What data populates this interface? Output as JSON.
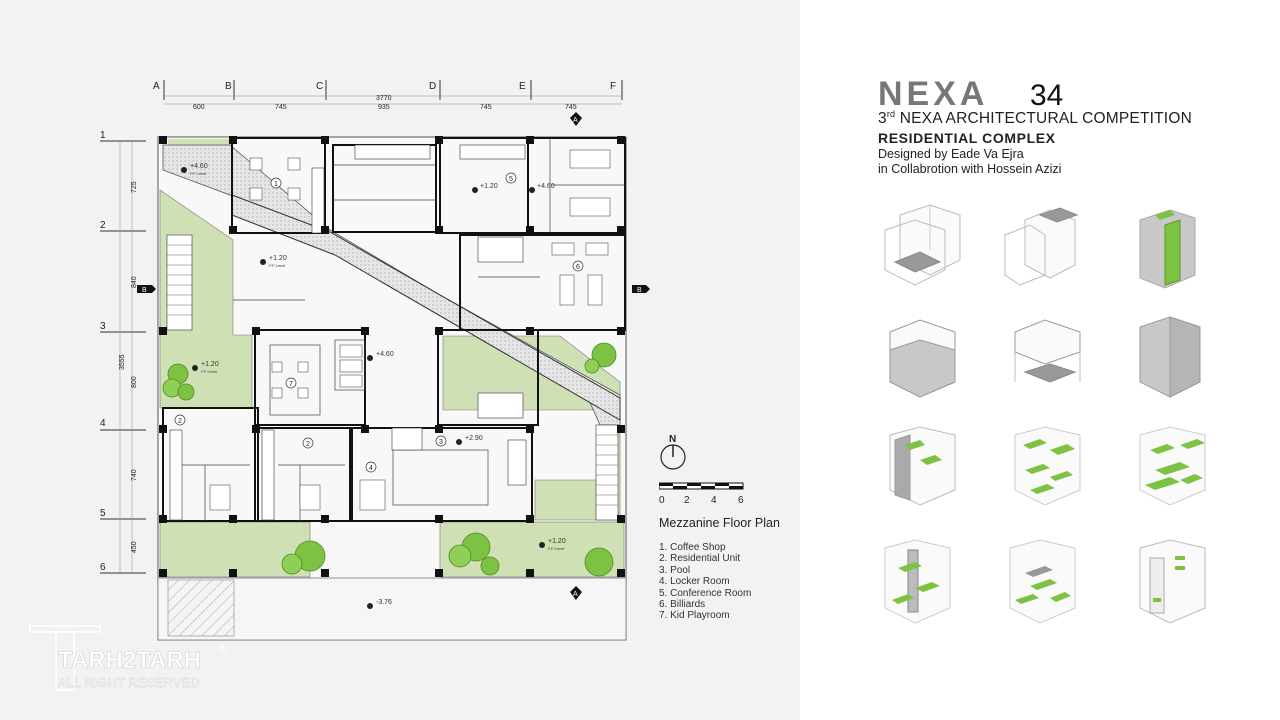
{
  "plan": {
    "grid_columns": [
      "A",
      "B",
      "C",
      "D",
      "E",
      "F"
    ],
    "grid_rows": [
      "1",
      "2",
      "3",
      "4",
      "5",
      "6"
    ],
    "overall_dim": "3770",
    "col_dims": [
      "600",
      "745",
      "935",
      "745",
      "745"
    ],
    "row_overall_dim": "3555",
    "row_dims": [
      "725",
      "840",
      "800",
      "740",
      "450"
    ],
    "section_marker": "A",
    "section_marker_side": "B",
    "levels": [
      "+4.60",
      "+1.20",
      "+1.20",
      "+4.60",
      "+1.20",
      "+4.60",
      "+2.90",
      "+1.20",
      "-3.76"
    ],
    "level_sub": "F.F Level",
    "rooms": [
      "1",
      "2",
      "2",
      "3",
      "4",
      "5",
      "6",
      "7"
    ]
  },
  "north": {
    "label": "N"
  },
  "scale": {
    "ticks": [
      "0",
      "2",
      "4",
      "6"
    ]
  },
  "legend": {
    "title": "Mezzanine Floor Plan",
    "items": [
      "1. Coffee Shop",
      "2. Residential Unit",
      "3. Pool",
      "4. Locker Room",
      "5. Conference Room",
      "6. Billiards",
      "7. Kid Playroom"
    ]
  },
  "watermark": {
    "text": "TARH2TARH",
    "sub": "ALL RIGHT RESERVED",
    "mark": "©"
  },
  "title_block": {
    "logo": "NEXA",
    "logo_num": "34",
    "competition_ord": "3",
    "competition_sup": "rd",
    "competition": "NEXA ARCHITECTURAL COMPETITION",
    "subtitle": "RESIDENTIAL  COMPLEX",
    "designer": "Designed by Eade Va Ejra",
    "collab": "in Collabrotion with Hossein Azizi"
  },
  "colors": {
    "green": "#cfe0b5",
    "bright_green": "#7dc242",
    "wall": "#111111",
    "grey": "#c8c8c8"
  }
}
